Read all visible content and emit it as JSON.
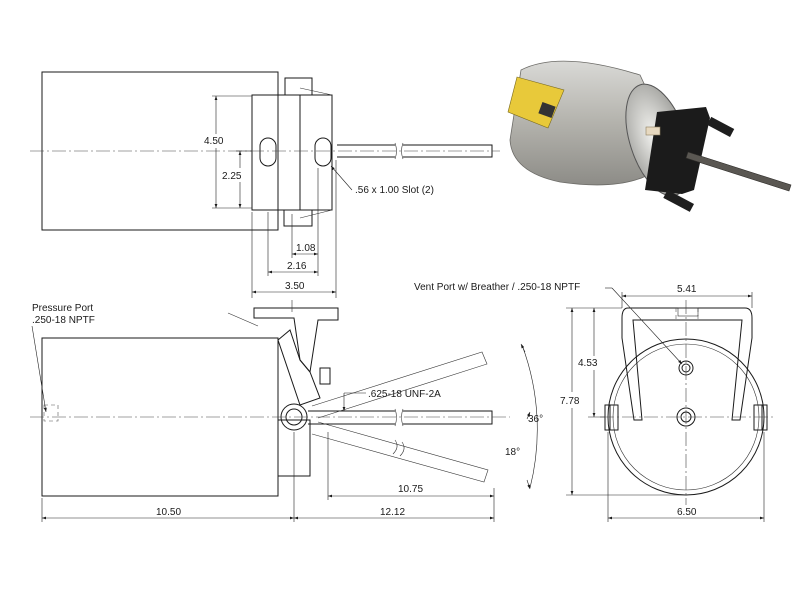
{
  "top_view": {
    "dim_height": "4.50",
    "dim_half_height": "2.25",
    "slot_note": ".56 x 1.00 Slot (2)",
    "dim_slot_spacing": "1.08",
    "dim_slot_outer": "2.16",
    "dim_bracket_width": "3.50"
  },
  "side_view": {
    "pressure_port_label": "Pressure Port",
    "pressure_port_thread": ".250-18 NPTF",
    "rod_thread": ".625-18 UNF-2A",
    "angle_total": "36°",
    "angle_half": "18°",
    "dim_rod_length": "10.75",
    "dim_body_length": "10.50",
    "dim_rod_reach": "12.12"
  },
  "end_view": {
    "vent_port_label": "Vent Port w/ Breather / .250-18 NPTF",
    "dim_bracket_width": "5.41",
    "dim_overall_height": "7.78",
    "dim_center_height": "4.53",
    "dim_diameter": "6.50"
  }
}
